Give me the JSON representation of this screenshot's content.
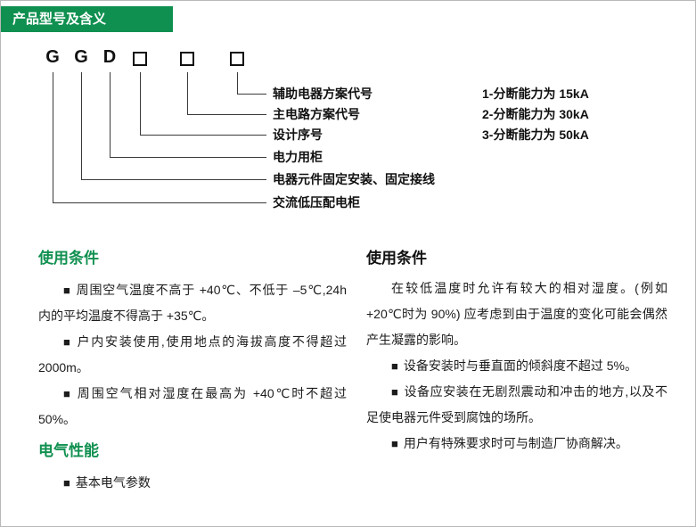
{
  "page": {
    "header_title": "产品型号及含义"
  },
  "model_diagram": {
    "letters": [
      "G",
      "G",
      "D"
    ],
    "labels": [
      "辅助电器方案代号",
      "主电路方案代号",
      "设计序号",
      "电力用柜",
      "电器元件固定安装、固定接线",
      "交流低压配电柜"
    ],
    "notes": [
      "1-分断能力为 15kA",
      "2-分断能力为 30kA",
      "3-分断能力为 50kA"
    ]
  },
  "left_column": {
    "heading_usage": "使用条件",
    "usage_paragraphs": [
      {
        "text": "周围空气温度不高于 +40℃、不低于 –5℃,24h 内的平均温度不得高于 +35℃。"
      },
      {
        "text": "户内安装使用,使用地点的海拔高度不得超过 2000m。"
      },
      {
        "text": "周围空气相对湿度在最高为 +40℃时不超过 50%。"
      }
    ],
    "heading_electrical": "电气性能",
    "electrical_paragraphs": [
      {
        "text": "基本电气参数"
      }
    ]
  },
  "right_column": {
    "heading": "使用条件",
    "intro": "在较低温度时允许有较大的相对湿度。(例如+20℃时为 90%) 应考虑到由于温度的变化可能会偶然产生凝露的影响。",
    "paragraphs": [
      {
        "text": "设备安装时与垂直面的倾斜度不超过 5%。"
      },
      {
        "text": "设备应安装在无剧烈震动和冲击的地方,以及不足使电器元件受到腐蚀的场所。"
      },
      {
        "text": "用户有特殊要求时可与制造厂协商解决。"
      }
    ]
  },
  "colors": {
    "green": "#109050",
    "text": "#1c1c1c"
  }
}
